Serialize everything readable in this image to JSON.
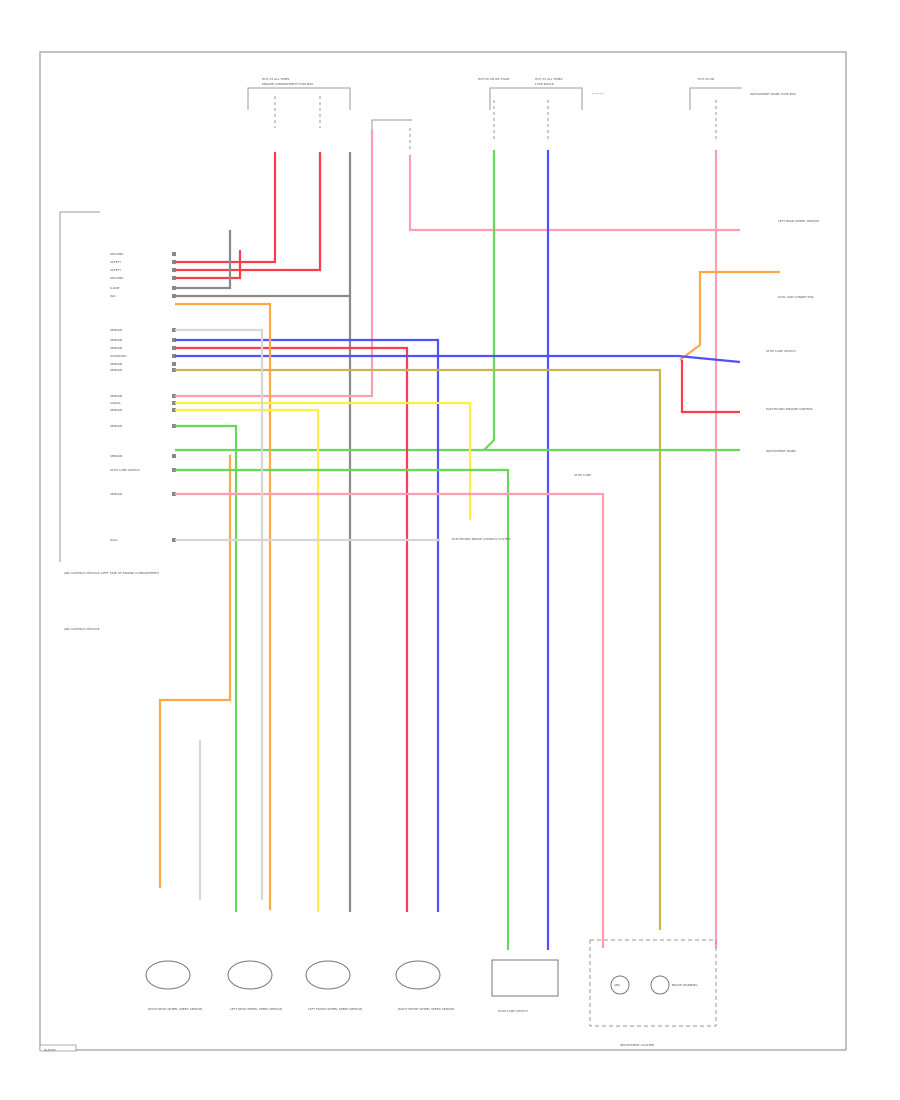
{
  "wire_colors": {
    "red": "#ff3b4e",
    "pink": "#ff9eb0",
    "green": "#66d95a",
    "blue": "#5050ff",
    "orange": "#ffa54a",
    "yellow": "#ffee44",
    "olive": "#c8b450",
    "gray": "#8a8a8a",
    "light_gray": "#d6d6d6",
    "frame": "#9a9a9a"
  },
  "module": {
    "label": "ABS CONTROL MODULE",
    "note": "ABS CONTROL MODULE (LEFT SIDE OF ENGINE COMPARTMENT)",
    "pin_labels": [
      "GROUND",
      "SAFETY",
      "SAFETY",
      "GROUND",
      "K-LINE",
      "IGN",
      "SENSOR",
      "SENSOR",
      "SENSOR",
      "STANDARD",
      "SENSOR",
      "SENSOR",
      "SENSOR",
      "SIGNAL",
      "SENSOR",
      "SENSOR",
      "SENSOR",
      "STOP LAMP SWITCH",
      "SENSOR",
      "DIAG"
    ]
  },
  "top_fuses": [
    {
      "label": "HOT AT ALL TIMES",
      "note": "ENGINE COMPARTMENT FUSE BOX"
    },
    {
      "label": "HOT IN ON OR START",
      "note": ""
    },
    {
      "label": "HOT AT ALL TIMES",
      "note": "FUSE BLOCK"
    },
    {
      "label": "HOT IN ON",
      "note": "INSTRUMENT PANEL FUSE BOX"
    }
  ],
  "right_labels": [
    "LEFT REAR WHEEL SENSOR",
    "DATA LINK CONNECTOR",
    "STOP LAMP SWITCH",
    "ELECTRONIC ENGINE CONTROL",
    "INSTRUMENT PANEL"
  ],
  "mid_labels": [
    "ELECTRONIC BRAKE CONTROL SYSTEM",
    "STOP LAMP"
  ],
  "bottom_labels": [
    "RIGHT REAR WHEEL SPEED SENSOR",
    "LEFT REAR WHEEL SPEED SENSOR",
    "LEFT FRONT WHEEL SPEED SENSOR",
    "RIGHT FRONT WHEEL SPEED SENSOR",
    "STOP LAMP SWITCH",
    "INSTRUMENT CLUSTER"
  ],
  "cluster": {
    "label": "INSTRUMENT CLUSTER",
    "lamp1": "ABS",
    "lamp2": "BRAKE WARNING"
  },
  "footer_code": "W-8765"
}
